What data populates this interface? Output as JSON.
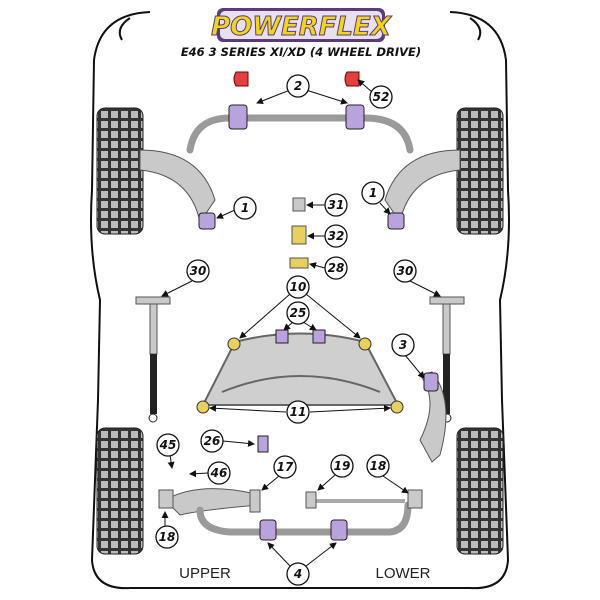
{
  "brand": "POWERFLEX",
  "subtitle": "E46 3 SERIES XI/XD (4 WHEEL DRIVE)",
  "callouts": {
    "c2": "2",
    "c52": "52",
    "c1": "1",
    "c31": "31",
    "c32": "32",
    "c28": "28",
    "c30": "30",
    "c10": "10",
    "c25": "25",
    "c3": "3",
    "c11": "11",
    "c26": "26",
    "c45": "45",
    "c46": "46",
    "c17": "17",
    "c19": "19",
    "c18": "18",
    "c4": "4"
  },
  "labels": {
    "upper": "UPPER",
    "lower": "LOWER"
  },
  "colors": {
    "bushing": "#b9a3dc",
    "logo_yellow": "#f2d41c",
    "logo_purple": "#5a3c7a",
    "red_part": "#e04040"
  }
}
